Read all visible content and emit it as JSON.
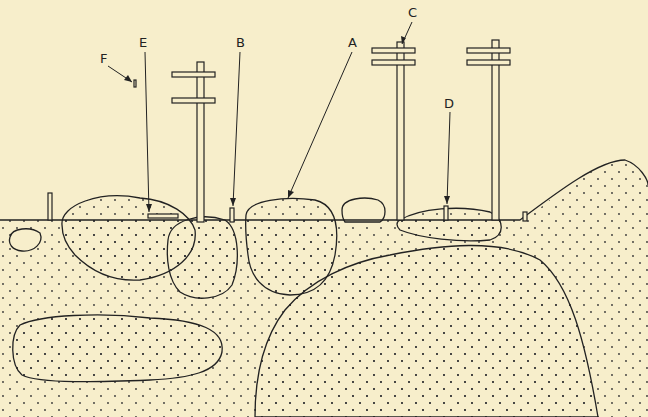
{
  "diagram": {
    "labels": [
      "F",
      "E",
      "B",
      "A",
      "C",
      "D"
    ]
  }
}
